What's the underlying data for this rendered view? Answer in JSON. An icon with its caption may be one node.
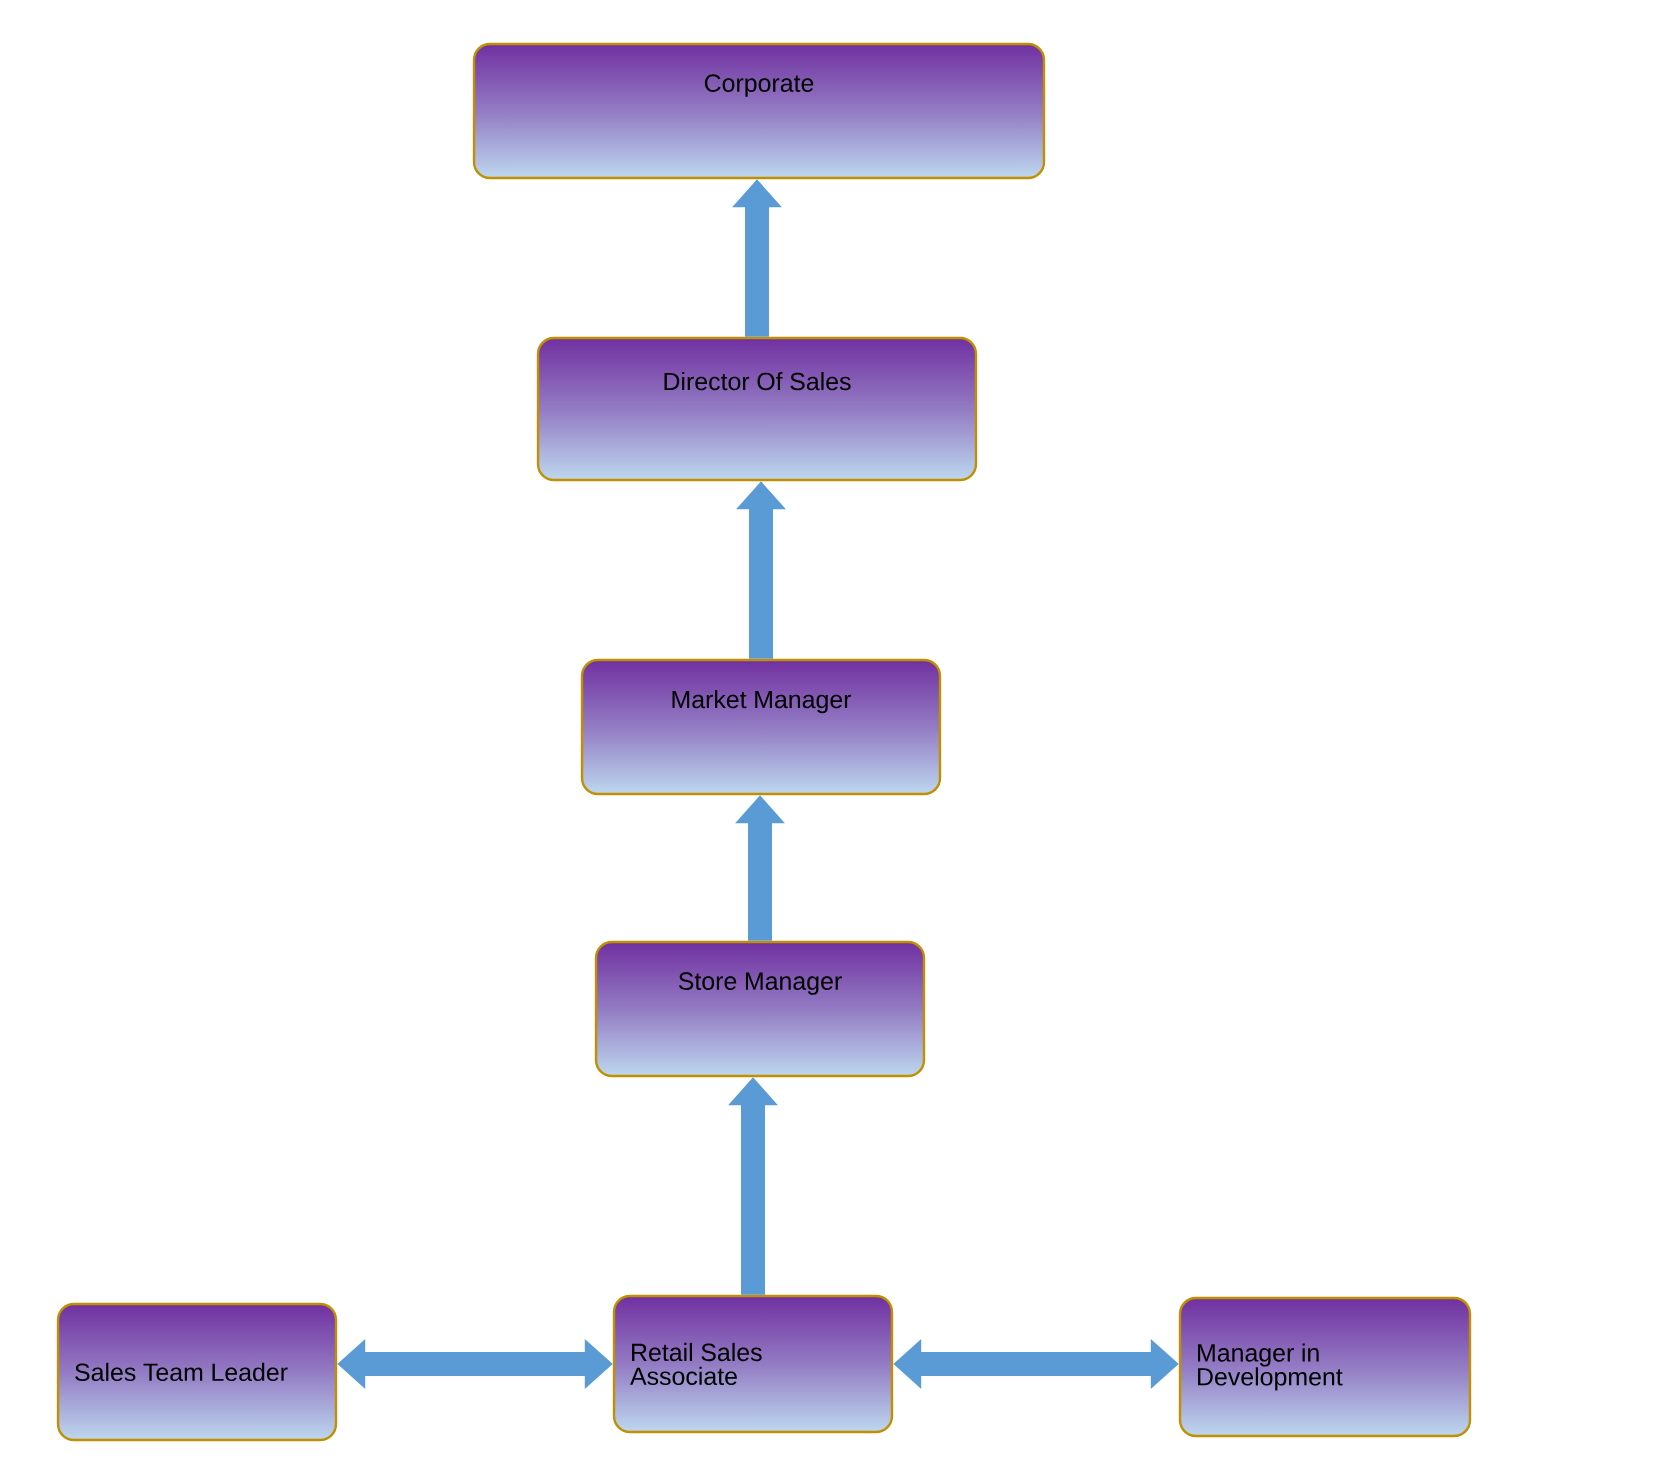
{
  "diagram": {
    "nodes": [
      {
        "text": [
          "Corporate"
        ]
      },
      {
        "text": [
          "Director Of Sales"
        ]
      },
      {
        "text": [
          "Market Manager"
        ]
      },
      {
        "text": [
          "Store Manager"
        ]
      },
      {
        "text": [
          "Sales Team Leader"
        ]
      },
      {
        "text": [
          "Retail Sales Associate"
        ]
      },
      {
        "text": [
          "Manager in Development"
        ]
      }
    ],
    "edges": [
      {
        "from": 1,
        "to": 0,
        "arrow": "to"
      },
      {
        "from": 2,
        "to": 1,
        "arrow": "to"
      },
      {
        "from": 3,
        "to": 2,
        "arrow": "to"
      },
      {
        "from": 5,
        "to": 3,
        "arrow": "to"
      },
      {
        "from": 5,
        "to": 4,
        "arrow": "both"
      },
      {
        "from": 5,
        "to": 6,
        "arrow": "both"
      }
    ]
  }
}
